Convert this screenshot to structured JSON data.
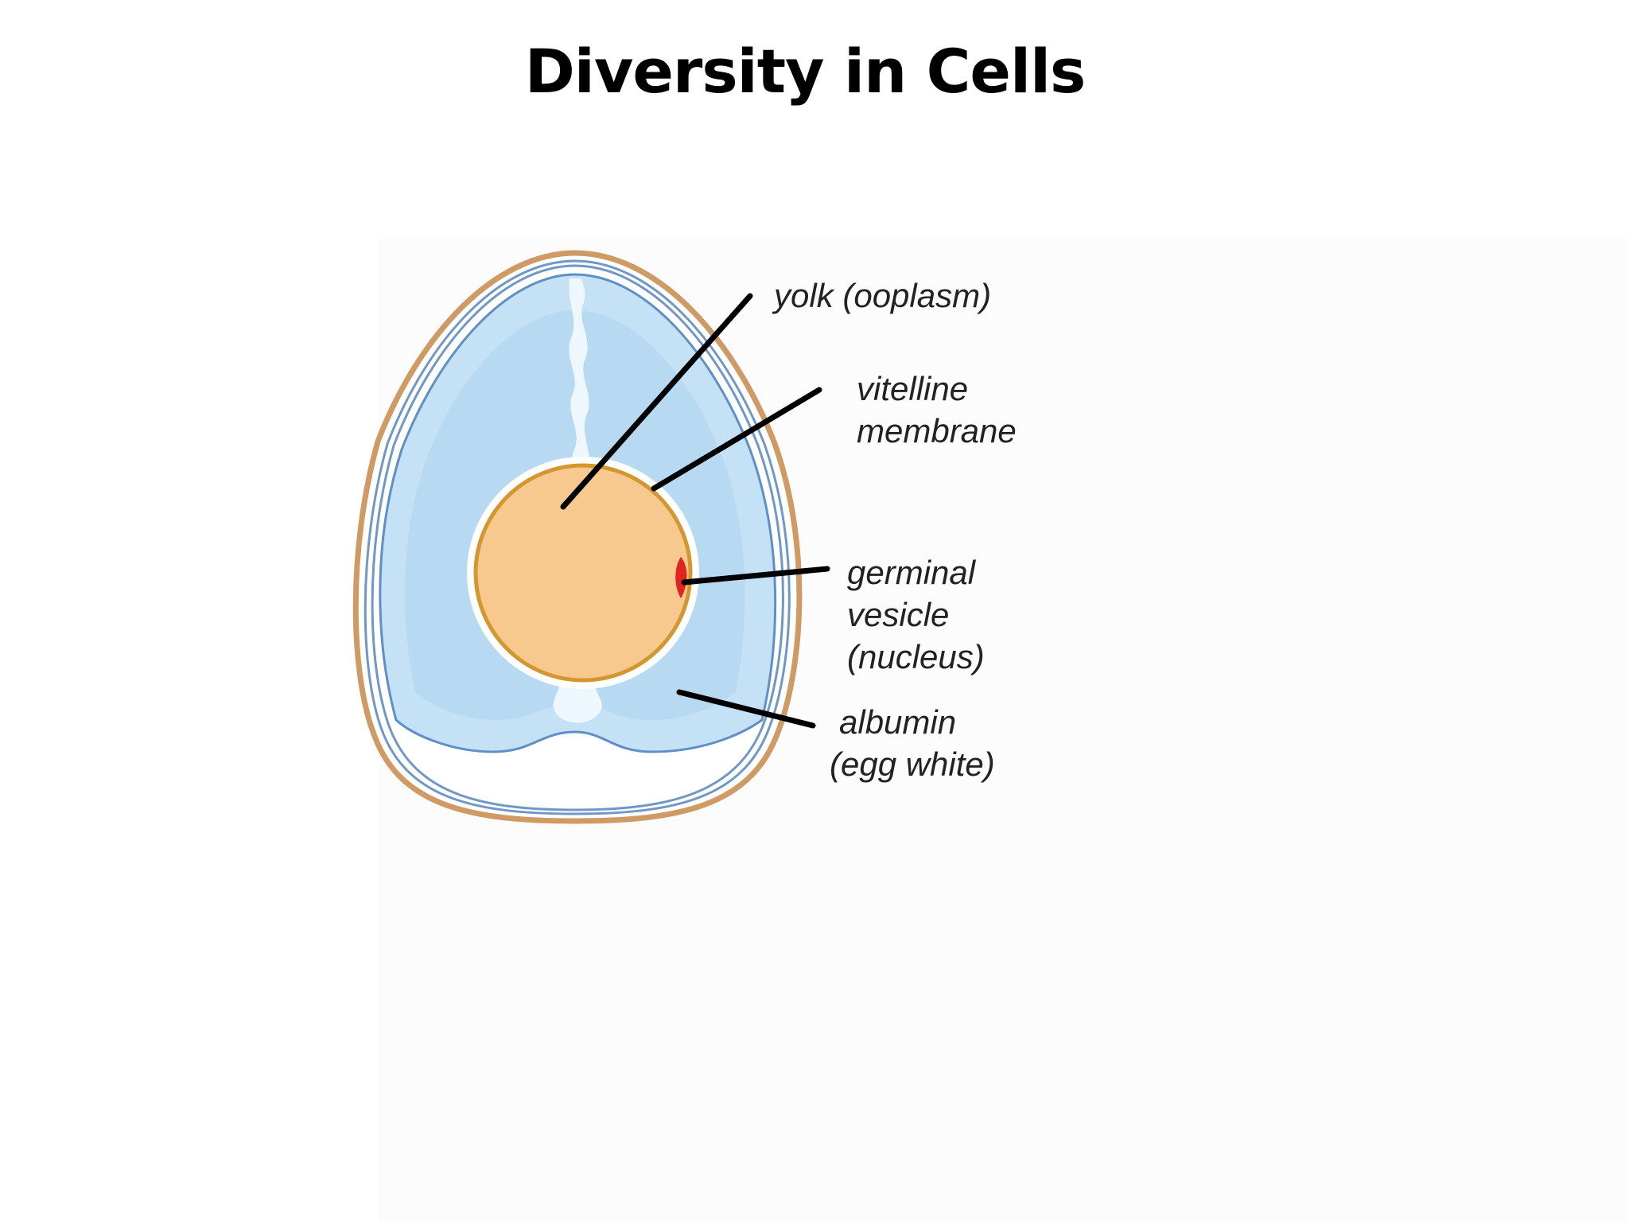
{
  "slide": {
    "title": "Diversity in Cells"
  },
  "diagram": {
    "labels": {
      "yolk": "yolk (ooplasm)",
      "vitelline_line1": "vitelline",
      "vitelline_line2": "membrane",
      "germinal_line1": "germinal",
      "germinal_line2": "vesicle",
      "germinal_line3": "(nucleus)",
      "albumin_line1": "albumin",
      "albumin_line2": "(egg white)"
    }
  }
}
